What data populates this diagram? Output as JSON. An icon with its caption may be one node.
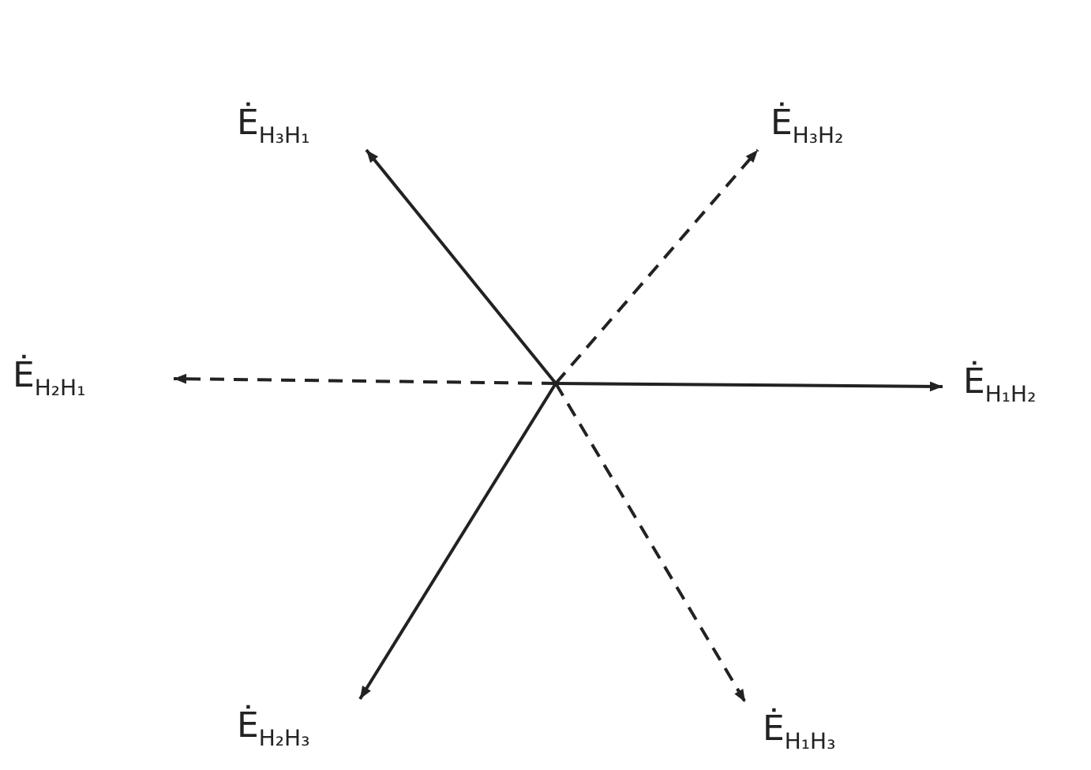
{
  "diagram": {
    "labels": [
      "Ė$_{H₃H₁}$",
      "Ė$_{H₃H₂}$",
      "Ė$_{H₂H₁}$",
      "Ė$_{H₁H₂}$",
      "Ė$_{H₂H₃}$",
      "Ė$_{H₁H₃}$"
    ]
  }
}
